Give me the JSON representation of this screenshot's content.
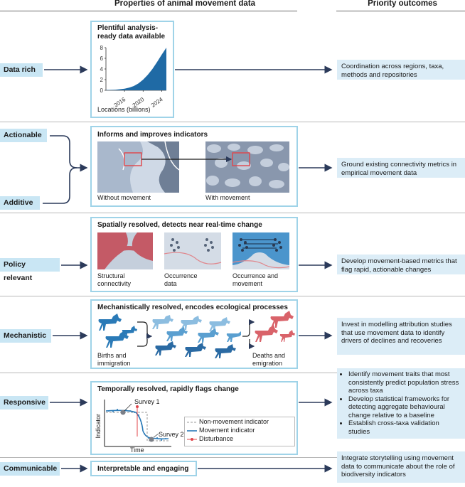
{
  "headers": {
    "left": "Properties of animal movement data",
    "right": "Priority outcomes"
  },
  "properties": [
    {
      "id": "data-rich",
      "label": "Data rich"
    },
    {
      "id": "actionable",
      "label": "Actionable"
    },
    {
      "id": "additive",
      "label": "Additive"
    },
    {
      "id": "policy-relevant",
      "label": "Policy relevant"
    },
    {
      "id": "mechanistic",
      "label": "Mechanistic"
    },
    {
      "id": "responsive",
      "label": "Responsive"
    },
    {
      "id": "communicable",
      "label": "Communicable"
    }
  ],
  "panels": {
    "data": {
      "title": "Plentiful analysis-ready data available",
      "ylabel": "Locations (billions)",
      "y_ticks": [
        "0",
        "2",
        "4",
        "6",
        "8"
      ],
      "x_ticks": [
        "2016",
        "2020",
        "2024"
      ]
    },
    "indicators": {
      "title": "Informs and improves indicators",
      "cap_without": "Without movement",
      "cap_with": "With movement"
    },
    "spatial": {
      "title": "Spatially resolved, detects near real-time change",
      "cap1": "Structural connectivity",
      "cap2": "Occurrence data",
      "cap3": "Occurrence and movement"
    },
    "mech": {
      "title": "Mechanistically resolved, encodes ecological processes",
      "cap_births": "Births and immigration",
      "cap_deaths": "Deaths and emigration"
    },
    "temporal": {
      "title": "Temporally resolved, rapidly flags change",
      "survey1": "Survey 1",
      "survey2": "Survey 2",
      "ylabel": "Indicator",
      "xlabel": "Time",
      "legend": [
        "Non-movement indicator",
        "Movement indicator",
        "Disturbance"
      ]
    },
    "communicable": {
      "title": "Interpretable and engaging"
    }
  },
  "outcomes": {
    "o1": "Coordination across regions, taxa, methods and repositories",
    "o2": "Ground existing connectivity metrics in empirical movement data",
    "o3": "Develop movement-based metrics that flag rapid, actionable changes",
    "o4": "Invest in modelling attribution studies that use movement data to identify drivers of declines and recoveries",
    "o5": [
      "Identify movement traits that most consistently predict population stress across taxa",
      "Develop statistical frameworks for detecting aggregate behavioural change relative to a baseline",
      "Establish cross-taxa validation studies"
    ],
    "o6": "Integrate storytelling using movement data to communicate about the role of biodiversity indicators"
  },
  "chart_data": {
    "type": "area",
    "ylabel": "Locations (billions)",
    "ylim": [
      0,
      8
    ],
    "y_ticks": [
      0,
      2,
      4,
      6,
      8
    ],
    "x_ticks": [
      2016,
      2020,
      2024
    ],
    "x": [
      2012,
      2014,
      2016,
      2017,
      2018,
      2019,
      2020,
      2021,
      2022,
      2023,
      2024,
      2025
    ],
    "values": [
      0.05,
      0.1,
      0.3,
      0.5,
      0.8,
      1.3,
      2.0,
      2.9,
      4.0,
      5.3,
      6.7,
      8.0
    ],
    "colors": {
      "fill": "#1f6aa5"
    }
  },
  "colors": {
    "label_bg": "#c9e6f4",
    "outcome_bg": "#dcedf7",
    "panel_border": "#9fd3e8",
    "horse_blue": "#2a7ab7",
    "horse_red": "#d9636a"
  }
}
